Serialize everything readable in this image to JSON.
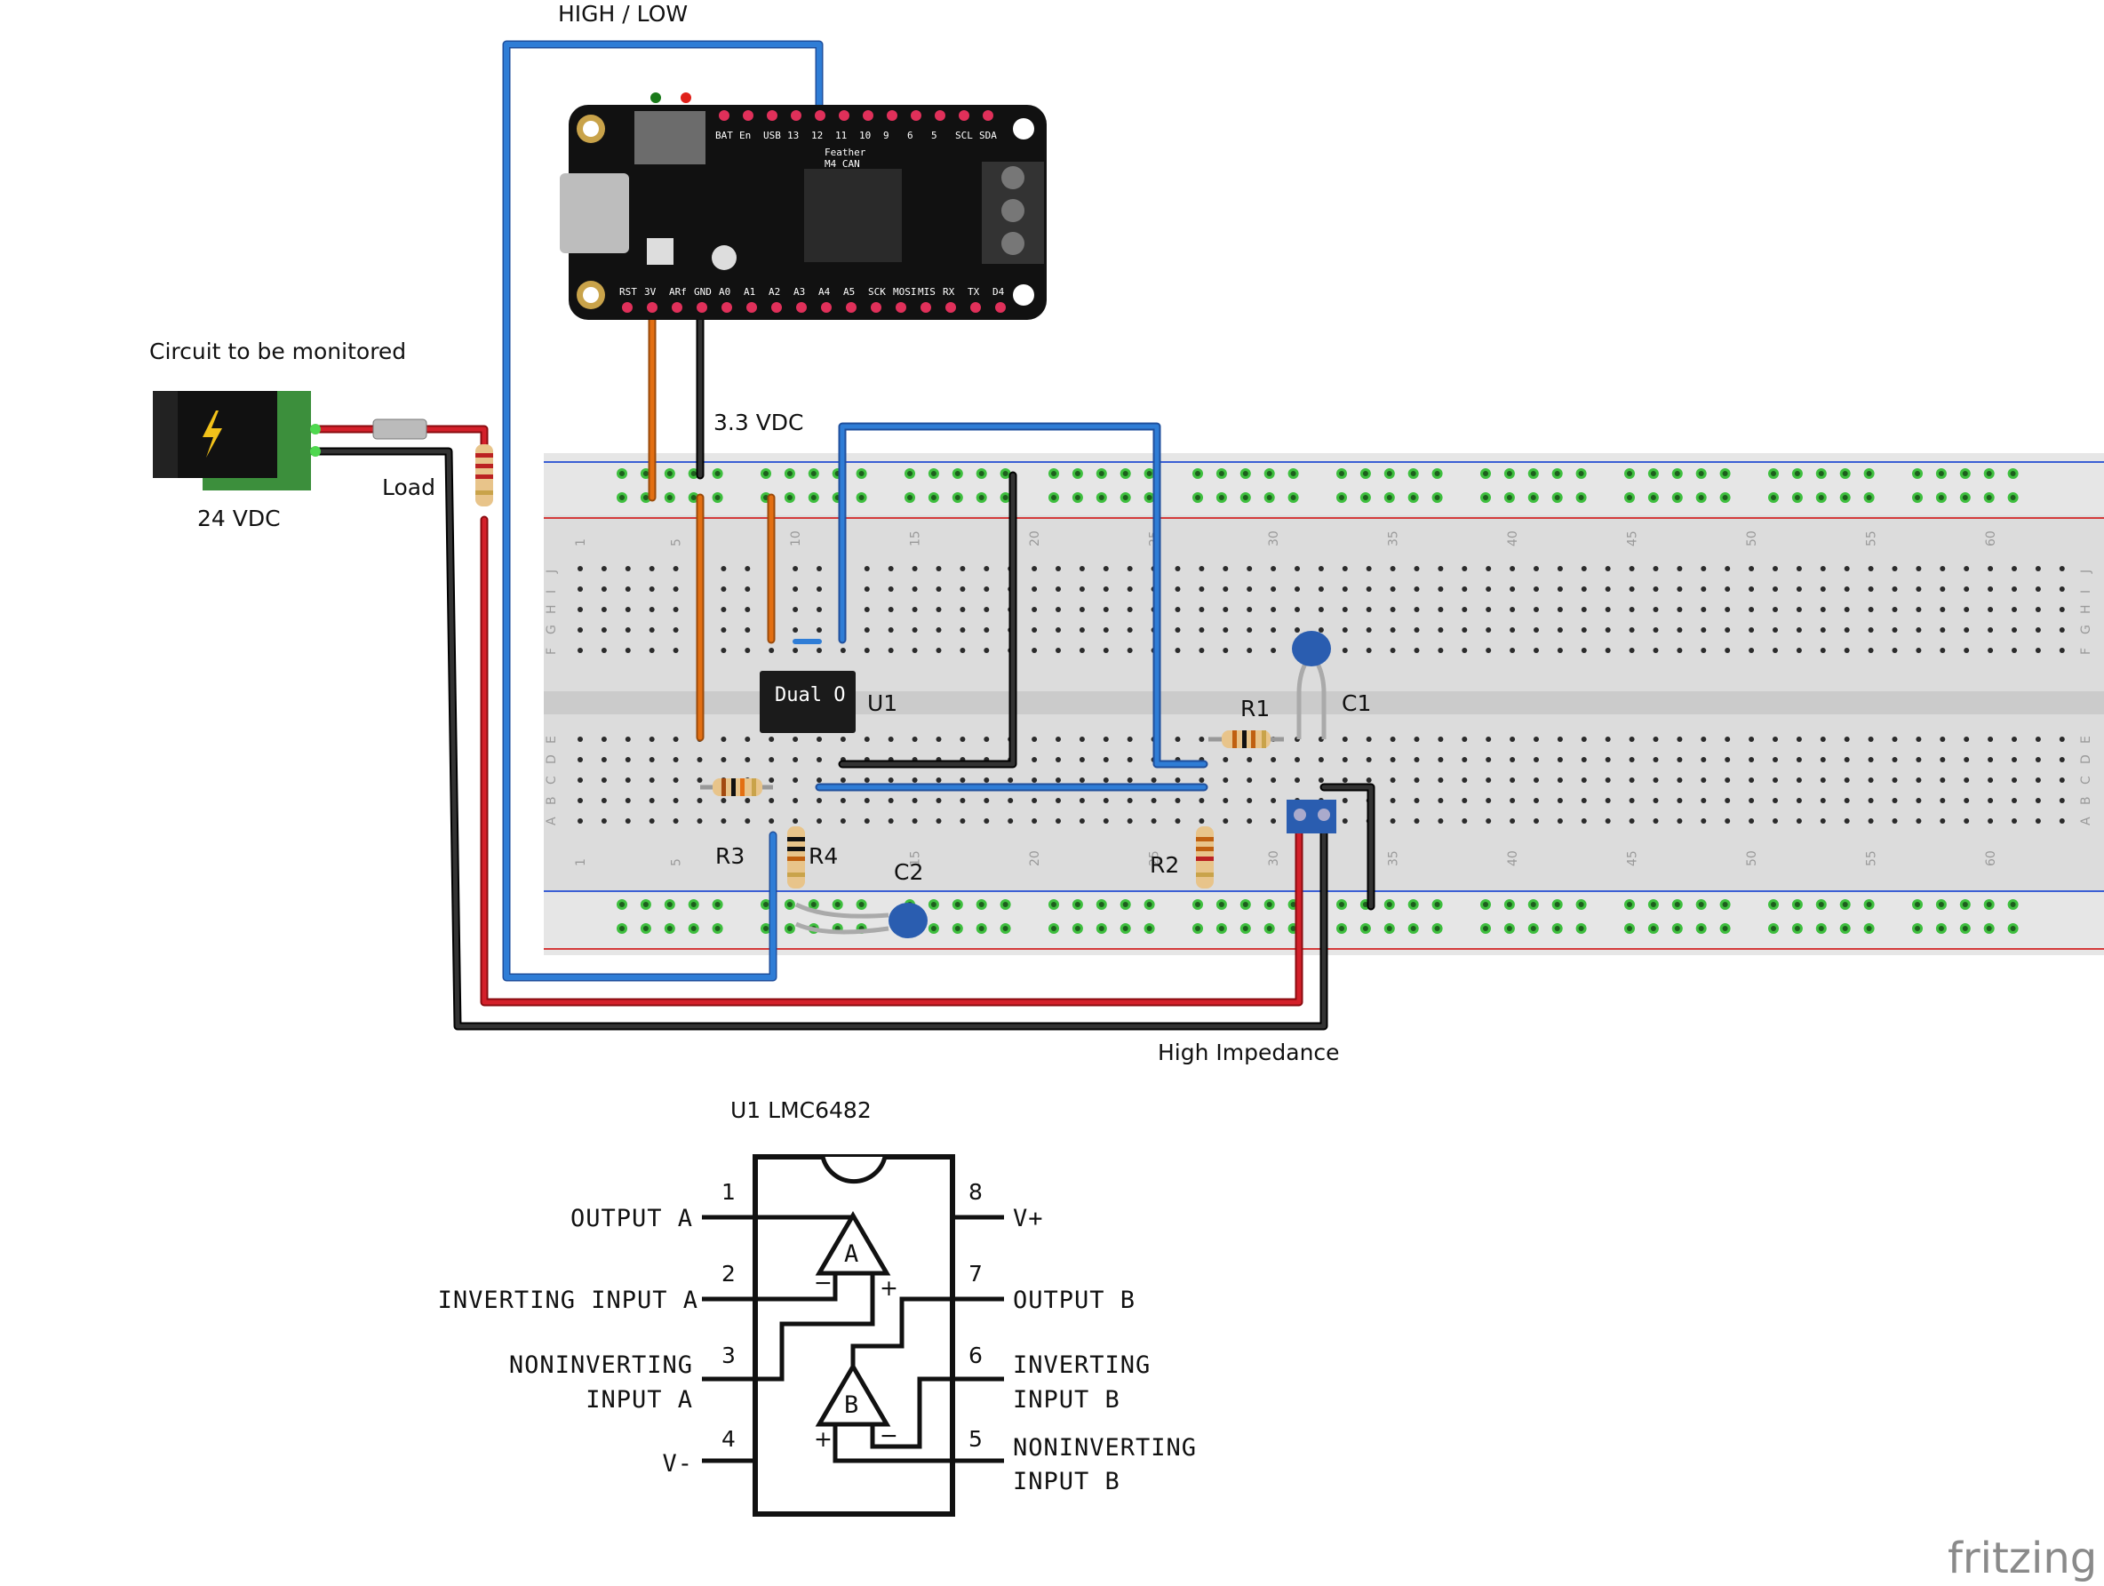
{
  "labels": {
    "high_low": "HIGH / LOW",
    "circuit": "Circuit to be monitored",
    "vdc24": "24 VDC",
    "load": "Load",
    "vdc33": "3.3 VDC",
    "u1": "U1",
    "r1": "R1",
    "c1": "C1",
    "r2": "R2",
    "r3": "R3",
    "r4": "R4",
    "c2": "C2",
    "high_impedance": "High Impedance",
    "chip_title": "U1  LMC6482",
    "chip_body": "Dual O"
  },
  "feather": {
    "name": "Feather",
    "model": "M4 CAN",
    "top_pins": [
      "BAT",
      "En",
      "USB",
      "13",
      "12",
      "11",
      "10",
      "9",
      "6",
      "5",
      "SCL",
      "SDA"
    ],
    "bottom_pins": [
      "RST",
      "3V",
      "ARf",
      "GND",
      "A0",
      "A1",
      "A2",
      "A3",
      "A4",
      "A5",
      "SCK",
      "MOSI",
      "MIS",
      "RX",
      "TX",
      "D4"
    ]
  },
  "breadboard_columns": [
    "1",
    "5",
    "10",
    "15",
    "20",
    "25",
    "30",
    "35",
    "40",
    "45",
    "50",
    "55",
    "60"
  ],
  "breadboard_rows": [
    "J",
    "I",
    "H",
    "G",
    "F",
    "E",
    "D",
    "C",
    "B",
    "A"
  ],
  "pinout": {
    "left": [
      {
        "num": "1",
        "name": "OUTPUT A"
      },
      {
        "num": "2",
        "name": "INVERTING INPUT A"
      },
      {
        "num": "3",
        "name": "NONINVERTING",
        "name2": "INPUT A"
      },
      {
        "num": "4",
        "name": "V-"
      }
    ],
    "right": [
      {
        "num": "8",
        "name": "V+"
      },
      {
        "num": "7",
        "name": "OUTPUT B"
      },
      {
        "num": "6",
        "name": "INVERTING",
        "name2": "INPUT B"
      },
      {
        "num": "5",
        "name": "NONINVERTING",
        "name2": "INPUT B"
      }
    ],
    "amp_a": "A",
    "amp_b": "B"
  },
  "brand": "fritzing",
  "colors": {
    "wire_blue": "#2f7dd6",
    "wire_red": "#c0171c",
    "wire_black": "#1e1e1e",
    "wire_orange": "#e36f12",
    "board_black": "#111111",
    "breadboard": "#dcdcdc",
    "hole_green": "#3fbf3f",
    "cap_blue": "#2a5db0"
  }
}
